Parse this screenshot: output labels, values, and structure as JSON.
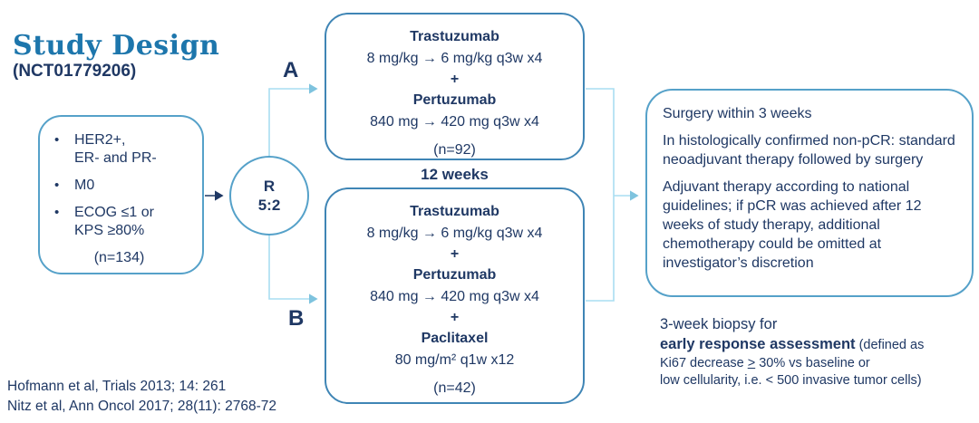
{
  "title": {
    "main": "Study Design",
    "nct": "(NCT01779206)"
  },
  "eligibility": {
    "bullets": [
      "HER2+,\nER- and PR-",
      "M0",
      "ECOG ≤1 or\nKPS ≥80%"
    ],
    "n_label": "(n=134)"
  },
  "randomization": {
    "letter": "R",
    "ratio": "5:2"
  },
  "duration_label": "12 weeks",
  "arms": {
    "a": {
      "label": "A",
      "lines": [
        "Trastuzumab",
        "8 mg/kg → 6 mg/kg q3w x4",
        "+",
        "Pertuzumab",
        "840 mg → 420 mg q3w x4"
      ],
      "n_label": "(n=92)"
    },
    "b": {
      "label": "B",
      "lines": [
        "Trastuzumab",
        "8 mg/kg → 6 mg/kg q3w x4",
        "+",
        "Pertuzumab",
        "840 mg → 420 mg q3w x4",
        "+",
        "Paclitaxel",
        "80 mg/m² q1w x12"
      ],
      "n_label": "(n=42)"
    }
  },
  "outcome": {
    "paragraphs": [
      "Surgery within 3 weeks",
      "In histologically confirmed non-pCR: standard neoadjuvant therapy followed by surgery",
      "Adjuvant therapy according to national guidelines; if pCR was achieved after 12 weeks of study therapy, additional chemotherapy could be omitted at investigator’s discretion"
    ]
  },
  "biopsy_note": {
    "line1": "3-week biopsy for",
    "bold": "early response assessment",
    "after_bold": " (defined as",
    "line3_pre": "Ki67 decrease ",
    "line3_gte": ">",
    "line3_post": " 30% vs baseline or",
    "line4": "low cellularity, i.e. < 500 invasive tumor cells)"
  },
  "citations": [
    "Hofmann et al, Trials 2013; 14: 261",
    "Nitz et al, Ann Oncol 2017; 28(11): 2768-72"
  ],
  "colors": {
    "text_navy": "#1F3864",
    "title_teal": "#1D76AC",
    "border_blue": "#3F85B5",
    "connector_light": "#A9DEF2"
  }
}
